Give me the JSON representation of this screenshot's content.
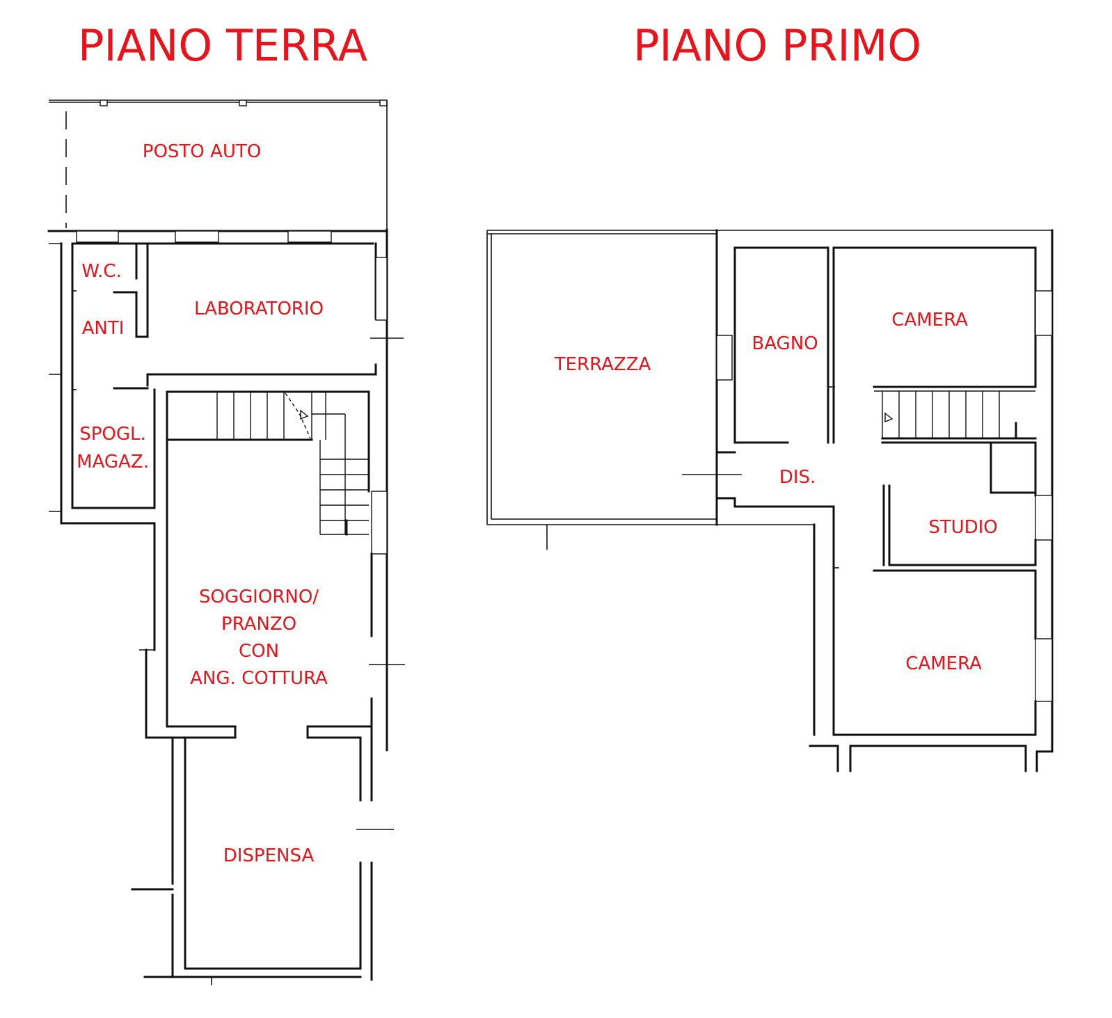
{
  "floors": [
    {
      "title": "PIANO TERRA",
      "rooms": [
        "POSTO AUTO",
        "W.C.",
        "ANTI",
        "LABORATORIO",
        "SPOGL.",
        "MAGAZ.",
        "SOGGIORNO/",
        "PRANZO",
        "CON",
        "ANG. COTTURA",
        "DISPENSA"
      ]
    },
    {
      "title": "PIANO PRIMO",
      "rooms": [
        "TERRAZZA",
        "BAGNO",
        "CAMERA",
        "DIS.",
        "STUDIO",
        "CAMERA"
      ]
    }
  ],
  "colors": {
    "label": "#e8141c",
    "wall": "#111111",
    "background": "#ffffff"
  }
}
